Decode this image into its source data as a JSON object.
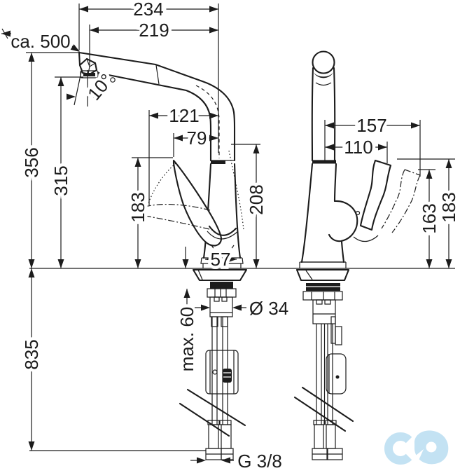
{
  "page": {
    "background": "#ffffff",
    "line_color": "#1c1c1c",
    "kind": "technical dimension drawing of pull-out kitchen mixer tap"
  },
  "views": {
    "side": {
      "name": "side view",
      "dims": {
        "overall_reach": "234",
        "spout_reach": "219",
        "hose_pullout": "ca. 500",
        "spout_angle": "10°",
        "spout_height": "356",
        "aerator_height": "315",
        "handle_reach": "121",
        "handle_reach_inner": "79",
        "handle_height": "183",
        "body_height": "208",
        "base_width": "57",
        "hose_length_below": "835",
        "max_counter_thickness": "max. 60",
        "shank_diameter": "Ø 34",
        "thread_size": "G 3/8"
      }
    },
    "front": {
      "name": "front view",
      "dims": {
        "handle_span": "157",
        "handle_width": "110",
        "handle_height_lowered": "163",
        "handle_height_raised": "183"
      }
    }
  },
  "watermark": {
    "shape": "interlocked-rings-logo",
    "color": "#c3e2f3"
  }
}
